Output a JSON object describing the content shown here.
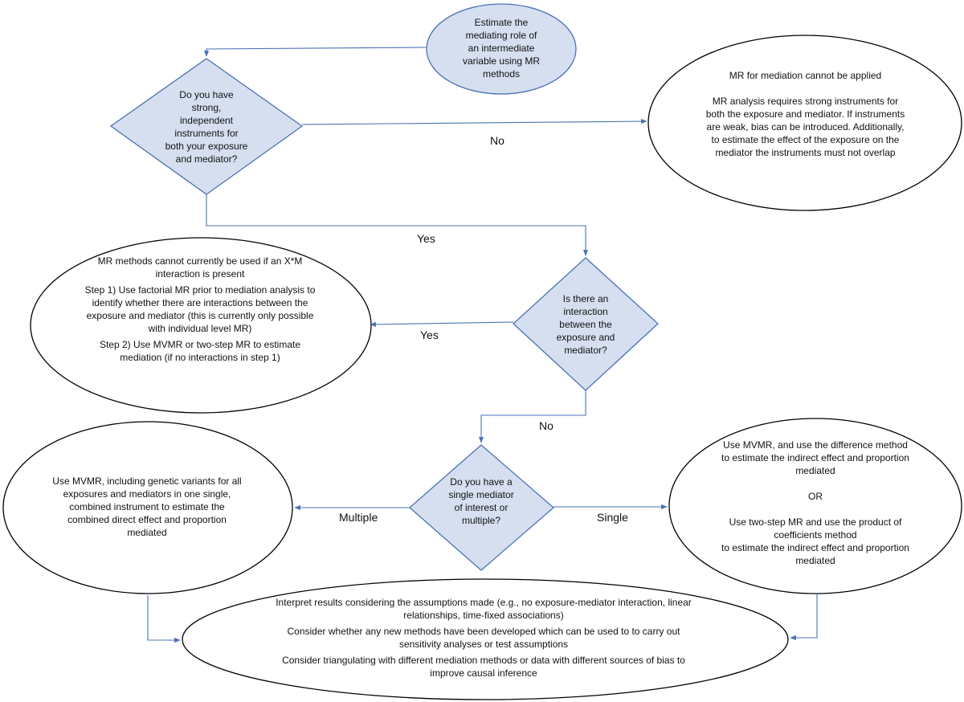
{
  "start": {
    "text": "Estimate the mediating role of an intermediate variable using MR methods"
  },
  "decision_instruments": {
    "text": "Do you have strong, independent instruments for both your exposure and mediator?"
  },
  "no_mr": {
    "title": "MR for mediation cannot be applied",
    "body": "MR analysis requires strong instruments for both the exposure and mediator. If instruments are weak, bias can be introduced. Additionally, to estimate the effect of the exposure on the mediator the instruments must not overlap"
  },
  "decision_interaction": {
    "text": "Is there an interaction between the exposure and mediator?"
  },
  "interaction_present": {
    "title": "MR methods cannot currently be used if an X*M interaction is present",
    "step1": "Step 1) Use factorial MR prior to mediation analysis  to identify whether there are interactions between the exposure and mediator (this is currently only possible with individual level MR)",
    "step2": "Step 2) Use MVMR or two-step MR to estimate mediation (if no interactions in step 1)"
  },
  "decision_mediators": {
    "text": "Do you have a single mediator of interest or multiple?"
  },
  "multiple_result": {
    "text": "Use MVMR, including genetic variants for all exposures and mediators in one single, combined instrument to estimate the combined direct effect and proportion mediated"
  },
  "single_result": {
    "part1": "Use MVMR, and use the difference method to estimate the indirect effect and proportion mediated",
    "or": "OR",
    "part2": "Use two-step MR and use the product of coefficients method",
    "part3": "to estimate the indirect effect and proportion mediated"
  },
  "final": {
    "p1": "Interpret results considering the assumptions made (e.g., no exposure-mediator interaction, linear relationships, time-fixed associations)",
    "p2": "Consider whether any new methods have been developed which can be used to to carry out sensitivity analyses or test assumptions",
    "p3": "Consider triangulating with different mediation methods or data with different sources of bias to improve causal inference"
  },
  "edge_labels": {
    "no1": "No",
    "yes1": "Yes",
    "yes2": "Yes",
    "no2": "No",
    "multiple": "Multiple",
    "single": "Single"
  },
  "colors": {
    "shape_fill": "#d6dff0",
    "shape_stroke": "#4a72b4",
    "connector": "#4a72b4",
    "outline": "#000000"
  }
}
